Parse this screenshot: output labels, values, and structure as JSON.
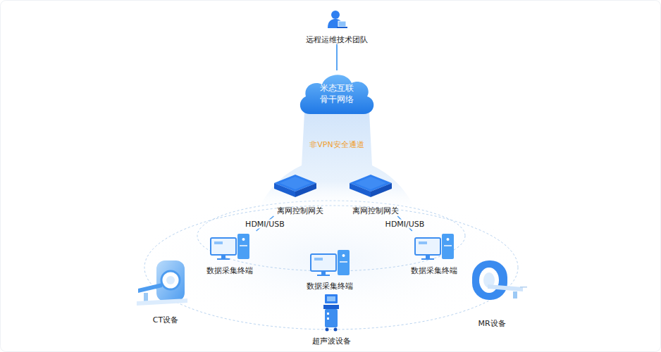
{
  "diagram": {
    "nodes": [
      {
        "text": [
          "远程运维技术团队"
        ]
      },
      {
        "text": [
          "米态互联 骨干网络"
        ]
      },
      {
        "text": [
          "离网控制网关"
        ]
      },
      {
        "text": [
          "离网控制网关"
        ]
      },
      {
        "text": [
          "数据采集终端"
        ]
      },
      {
        "text": [
          "数据采集终端"
        ]
      },
      {
        "text": [
          "数据采集终端"
        ]
      },
      {
        "text": [
          "CT设备"
        ]
      },
      {
        "text": [
          "超声波设备"
        ]
      },
      {
        "text": [
          "MR设备"
        ]
      }
    ],
    "edges": [
      {
        "from": 0,
        "to": 1,
        "arrow": "none"
      },
      {
        "from": 2,
        "to": 4,
        "label": "HDMI/USB",
        "arrow": "none"
      },
      {
        "from": 3,
        "to": 6,
        "label": "HDMI/USB",
        "arrow": "none"
      }
    ],
    "labels": [
      "非VPN安全通道"
    ]
  }
}
